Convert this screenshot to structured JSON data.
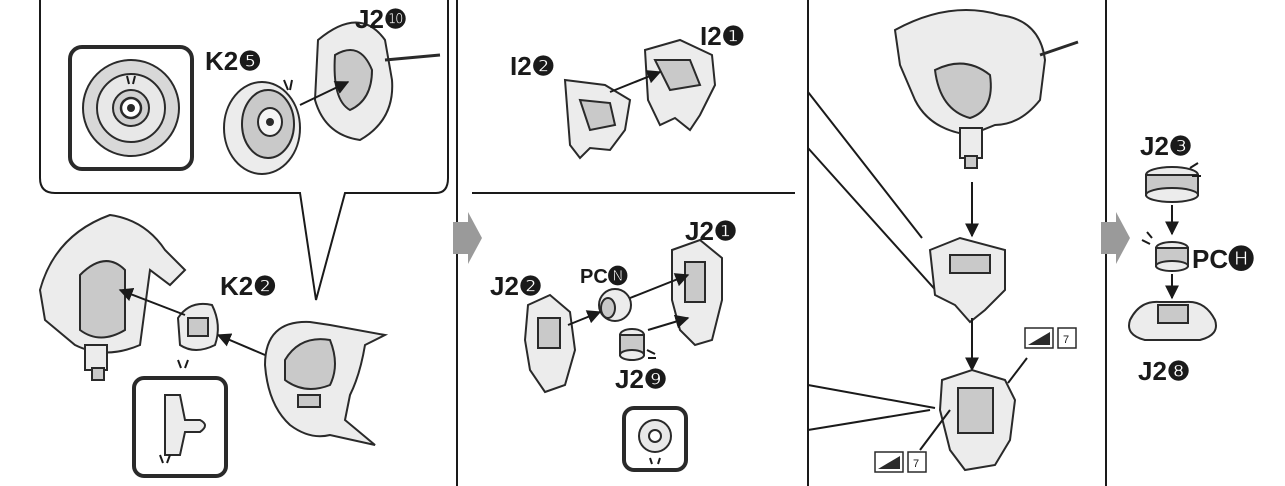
{
  "labels": {
    "k2_5": "K2❺",
    "j2_10": "J2❿",
    "k2_2": "K2❷",
    "i2_2": "I2❷",
    "i2_1": "I2❶",
    "j2_1a": "J2❶",
    "j2_2": "J2❷",
    "pc_n": "PC🅝",
    "j2_9": "J2❾",
    "j2_3": "J2❸",
    "pc_h": "PC🅗",
    "j2_8": "J2❽"
  },
  "stickers": {
    "top_value": "7",
    "bottom_value": "7"
  },
  "colors": {
    "ink": "#1a1a1a",
    "step_arrow": "#9a9a9a",
    "part_fill": "#ececec",
    "detail_fill": "#d8d8d8"
  }
}
